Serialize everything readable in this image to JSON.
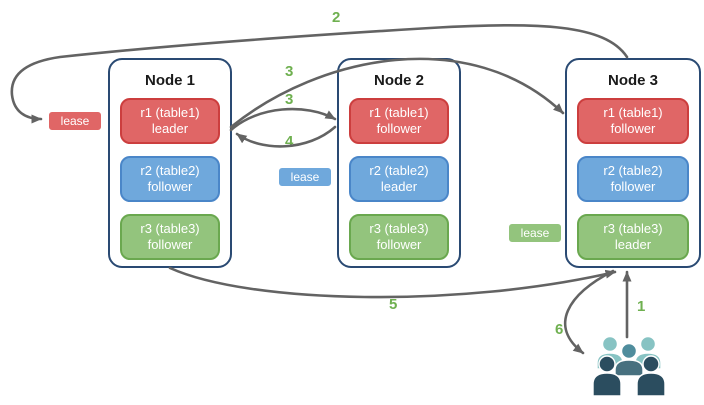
{
  "diagram": {
    "nodes": [
      {
        "title": "Node 1",
        "replicas": [
          {
            "name": "r1 (table1)",
            "role": "leader",
            "color": "red"
          },
          {
            "name": "r2 (table2)",
            "role": "follower",
            "color": "blue"
          },
          {
            "name": "r3 (table3)",
            "role": "follower",
            "color": "green"
          }
        ]
      },
      {
        "title": "Node 2",
        "replicas": [
          {
            "name": "r1 (table1)",
            "role": "follower",
            "color": "red"
          },
          {
            "name": "r2 (table2)",
            "role": "leader",
            "color": "blue"
          },
          {
            "name": "r3 (table3)",
            "role": "follower",
            "color": "green"
          }
        ]
      },
      {
        "title": "Node 3",
        "replicas": [
          {
            "name": "r1 (table1)",
            "role": "follower",
            "color": "red"
          },
          {
            "name": "r2 (table2)",
            "role": "follower",
            "color": "blue"
          },
          {
            "name": "r3 (table3)",
            "role": "leader",
            "color": "green"
          }
        ]
      }
    ],
    "leases": [
      {
        "label": "lease",
        "color": "red"
      },
      {
        "label": "lease",
        "color": "blue"
      },
      {
        "label": "lease",
        "color": "green"
      }
    ],
    "steps": {
      "s1": "1",
      "s2": "2",
      "s3a": "3",
      "s3b": "3",
      "s4": "4",
      "s5": "5",
      "s6": "6"
    }
  },
  "colors": {
    "bg": "#ffffff",
    "text": "#1a1a1a",
    "node-border": "#2a4a73",
    "red-fill": "#e06666",
    "red-border": "#cc3e3e",
    "blue-fill": "#6fa8dc",
    "blue-border": "#4a86c8",
    "green-fill": "#93c47d",
    "green-border": "#6aa84f",
    "arrow": "#636363",
    "step": "#6fb050",
    "user-light": "#87c3c3",
    "user-mid": "#4f8d9d",
    "user-mid-body": "#47707f",
    "user-dark": "#2b4d5f"
  }
}
